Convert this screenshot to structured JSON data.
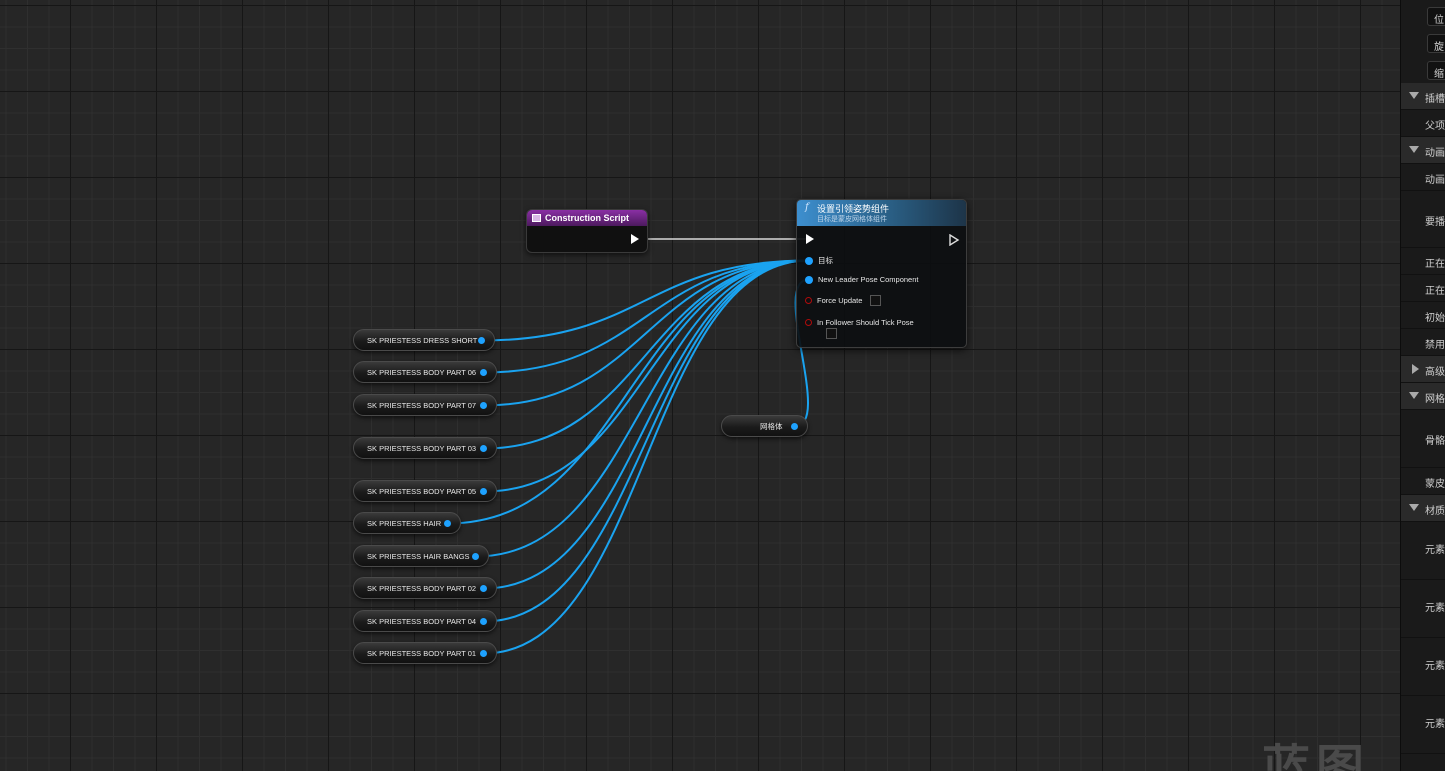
{
  "construction_script": {
    "title": "Construction Script"
  },
  "function_node": {
    "icon": "function-icon",
    "title": "设置引领姿势组件",
    "subtitle": "目标是蒙皮网格体组件",
    "pins": {
      "target": "目标",
      "new_leader": "New Leader Pose Component",
      "force_update": "Force Update",
      "follower_tick": "In Follower Should Tick Pose"
    }
  },
  "mesh_variable": "网格体",
  "variables": [
    "SK PRIESTESS DRESS SHORT",
    "SK PRIESTESS BODY PART 06",
    "SK PRIESTESS BODY PART 07",
    "SK PRIESTESS BODY PART 03",
    "SK PRIESTESS BODY PART 05",
    "SK PRIESTESS HAIR",
    "SK PRIESTESS HAIR BANGS",
    "SK PRIESTESS BODY PART 02",
    "SK PRIESTESS BODY PART 04",
    "SK PRIESTESS BODY PART 01"
  ],
  "details_panel": {
    "rows": [
      "位",
      "旋",
      "缩",
      "插槽",
      "父项",
      "动画",
      "动画",
      "要播",
      "正在",
      "正在",
      "初始",
      "禁用",
      "高级",
      "网格",
      "骨骼",
      "蒙皮",
      "材质",
      "元素",
      "元素",
      "元素",
      "元素"
    ]
  },
  "watermark": "蓝图",
  "colors": {
    "wire": "#1aa3f0",
    "exec_wire": "#d8d8d8",
    "function_header": "#3d8fcf",
    "construction_header": "#8a2fa4"
  }
}
